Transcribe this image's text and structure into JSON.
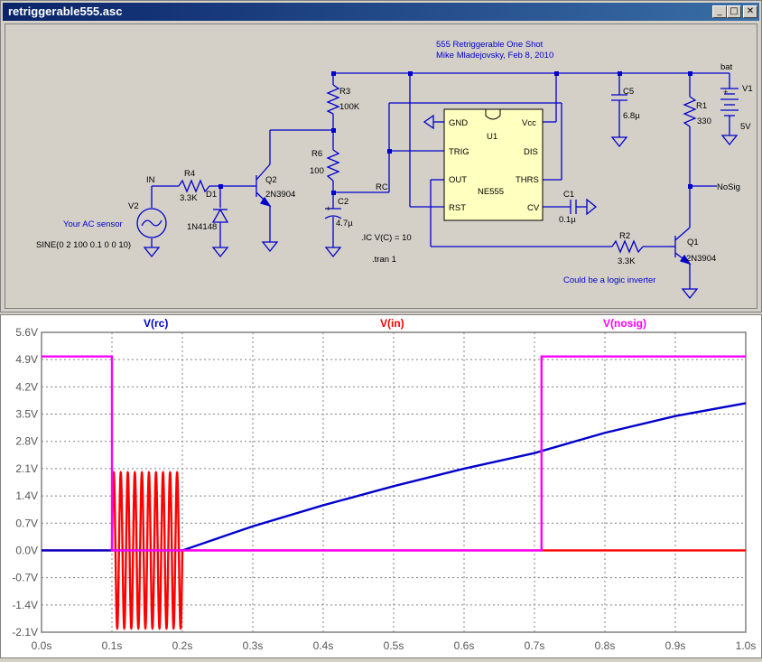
{
  "window": {
    "title": "retriggerable555.asc",
    "min_glyph": "_",
    "max_glyph": "□",
    "close_glyph": "✕"
  },
  "schematic": {
    "heading1": "555 Retriggerable One Shot",
    "heading2": "Mike Mladejovsky, Feb 8, 2010",
    "net_bat": "bat",
    "net_in": "IN",
    "net_rc": "RC",
    "net_nosig": "NoSig",
    "r3_name": "R3",
    "r3_val": "100K",
    "r6_name": "R6",
    "r6_val": "100",
    "r4_name": "R4",
    "r4_val": "3.3K",
    "r1_name": "R1",
    "r1_val": "330",
    "r2_name": "R2",
    "r2_val": "3.3K",
    "c2_name": "C2",
    "c2_val": "4.7µ",
    "c5_name": "C5",
    "c5_val": "6.8µ",
    "c1_name": "C1",
    "c1_val": "0.1µ",
    "d1_name": "D1",
    "d1_val": "1N4148",
    "q2_name": "Q2",
    "q2_val": "2N3904",
    "q1_name": "Q1",
    "q1_val": "2N3904",
    "v1_name": "V1",
    "v1_val": "5V",
    "v2_name": "V2",
    "v2_note": "Your AC sensor",
    "v2_val": "SINE(0 2 100 0.1 0 0 10)",
    "u1_name": "U1",
    "u1_part": "NE555",
    "pin_gnd": "GND",
    "pin_vcc": "Vcc",
    "pin_trig": "TRIG",
    "pin_dis": "DIS",
    "pin_out": "OUT",
    "pin_thrs": "THRS",
    "pin_rst": "RST",
    "pin_cv": "CV",
    "directive_ic": ".IC V(C) = 10",
    "directive_tran": ".tran 1",
    "note_q1": "Could be a logic inverter",
    "plus_sign": "+"
  },
  "colors": {
    "wire": "#0000cc",
    "v_rc": "#0000cc",
    "v_in": "#ff0000",
    "v_nosig": "#ff00ff",
    "u1_fill": "#ffffc0",
    "grid": "#808080"
  },
  "chart_data": {
    "type": "line",
    "x_range": [
      0.0,
      1.0
    ],
    "y_range": [
      -2.1,
      5.6
    ],
    "x_ticks": [
      "0.0s",
      "0.1s",
      "0.2s",
      "0.3s",
      "0.4s",
      "0.5s",
      "0.6s",
      "0.7s",
      "0.8s",
      "0.9s",
      "1.0s"
    ],
    "y_ticks": [
      "5.6V",
      "4.9V",
      "4.2V",
      "3.5V",
      "2.8V",
      "2.1V",
      "1.4V",
      "0.7V",
      "0.0V",
      "-0.7V",
      "-1.4V",
      "-2.1V"
    ],
    "grid": true,
    "series": [
      {
        "name": "V(rc)",
        "color": "#0000cc",
        "x": [
          0.0,
          0.2,
          0.25,
          0.3,
          0.4,
          0.5,
          0.6,
          0.7,
          0.8,
          0.9,
          1.0
        ],
        "y": [
          0.0,
          0.0,
          0.31,
          0.62,
          1.16,
          1.65,
          2.1,
          2.5,
          3.02,
          3.45,
          3.78
        ]
      },
      {
        "name": "V(in)",
        "kind": "sine",
        "amplitude": 2,
        "frequency": 100,
        "start": 0.1,
        "end": 0.2
      },
      {
        "name": "V(nosig)",
        "color": "#ff00ff",
        "x": [
          0.0,
          0.1,
          0.1,
          0.71,
          0.71,
          1.0
        ],
        "y": [
          4.98,
          4.98,
          0.0,
          0.0,
          4.98,
          4.98
        ]
      }
    ]
  }
}
